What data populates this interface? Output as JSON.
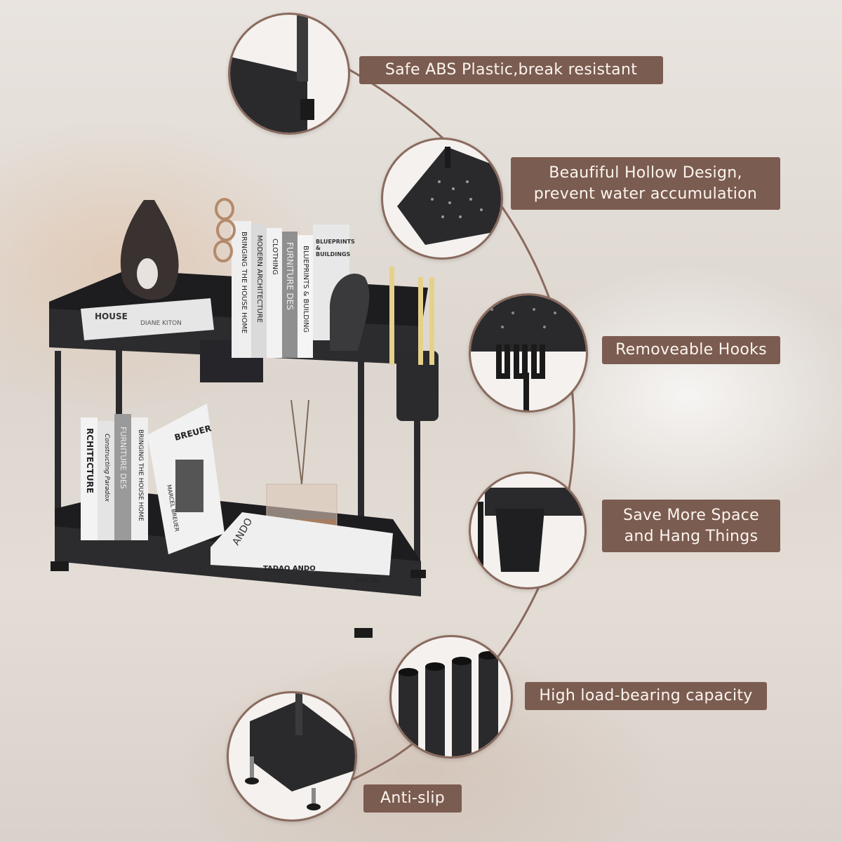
{
  "features": [
    {
      "id": "abs-plastic",
      "label": "Safe ABS Plastic,break resistant"
    },
    {
      "id": "hollow",
      "label_line1": "Beaufiful Hollow Design,",
      "label_line2": "prevent water accumulation"
    },
    {
      "id": "hooks",
      "label": "Removeable Hooks"
    },
    {
      "id": "space",
      "label_line1": "Save More Space",
      "label_line2": "and Hang Things"
    },
    {
      "id": "load",
      "label": "High load-bearing capacity"
    },
    {
      "id": "anti-slip",
      "label": "Anti-slip"
    }
  ],
  "books": {
    "top_house": "HOUSE",
    "top_house_author": "DIANE KITON",
    "top_spine1": "BRINGING THE HOUSE HOME",
    "top_spine2": "MODERN ARCHITECTURE",
    "top_spine3": "CLOTHING",
    "top_spine4": "FURNITURE DES",
    "top_spine5": "BLUEPRINTS & BUILDING",
    "top_cover": "BLUEPRINTS & BUILDINGS",
    "bottom_spine1": "RCHITECTURE",
    "bottom_spine2": "Constructing Paradox",
    "bottom_spine3": "FURNITURE DES",
    "bottom_spine4": "BRINGING THE HOUSE HOME",
    "bottom_spine5": "MARCEL BREUER",
    "bottom_cover": "BREUER",
    "bottom_flat": "ANDO",
    "bottom_flat_title": "TADAO ANDO",
    "bottom_flat_publisher": "TASCEN"
  },
  "colors": {
    "label_bg": "#7b5c50",
    "accent_line": "#8a6a5e",
    "rack": "#2a2a2c"
  }
}
